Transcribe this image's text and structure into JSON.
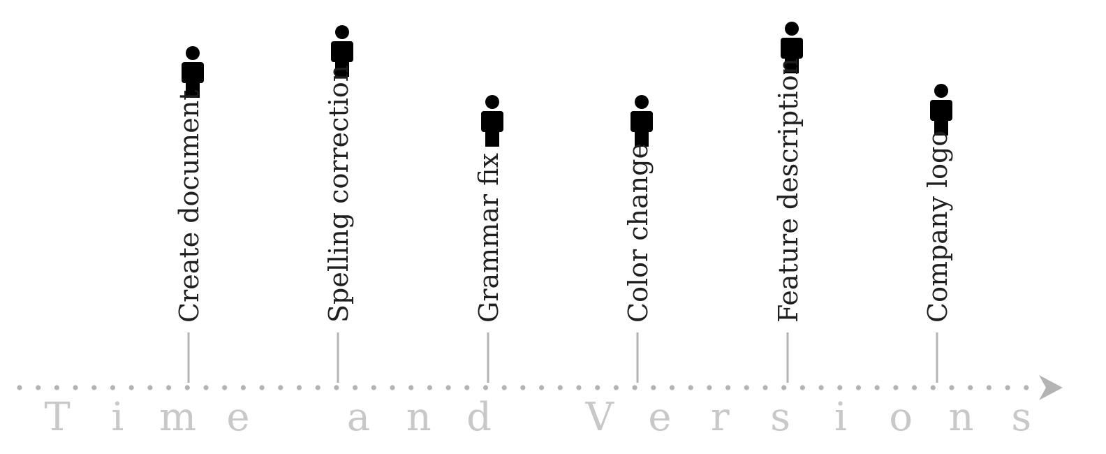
{
  "axis": {
    "title": "Time and Versions",
    "title_letters": [
      "T",
      "i",
      "m",
      "e",
      "",
      "a",
      "n",
      "d",
      "",
      "V",
      "e",
      "r",
      "s",
      "i",
      "o",
      "n",
      "s"
    ]
  },
  "events": [
    {
      "label": "Create document",
      "icon": "person-icon"
    },
    {
      "label": "Spelling correction",
      "icon": "person-icon"
    },
    {
      "label": "Grammar fix",
      "icon": "person-icon"
    },
    {
      "label": "Color change",
      "icon": "person-icon"
    },
    {
      "label": "Feature description",
      "icon": "person-icon"
    },
    {
      "label": "Company logo",
      "icon": "person-icon"
    }
  ],
  "colors": {
    "icon": "#000000",
    "label": "#1f1f1f",
    "axis": "#b3b3b3",
    "axis_title": "#c8c8c8"
  }
}
